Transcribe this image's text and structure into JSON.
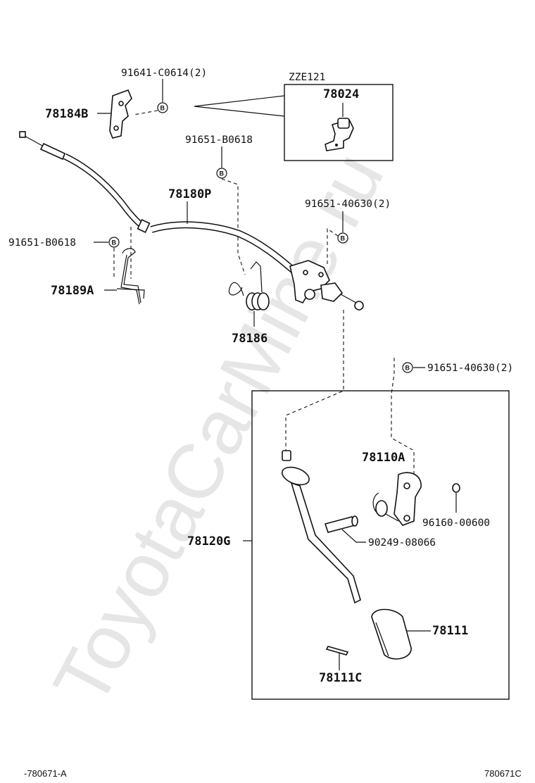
{
  "watermark": "ToyotaCarMine.ru",
  "bolt_symbol": "B",
  "inset": {
    "variant": "ZZE121",
    "part": "78024"
  },
  "callouts": {
    "bolt_top": "91641-C0614(2)",
    "bracket": "78184B",
    "bolt_mid": "91651-B0618",
    "cable": "78180P",
    "bolt_right": "91651-40630(2)",
    "bolt_left": "91651-B0618",
    "clamp": "78189A",
    "spring": "78186",
    "bolt_pedal": "91651-40630(2)",
    "bracket_pedal": "78110A",
    "nut": "96160-00600",
    "pedal_assy": "78120G",
    "pin": "90249-08066",
    "pad": "78111",
    "pad_pin": "78111C"
  },
  "footer": {
    "left": "-780671-A",
    "right": "780671C"
  }
}
